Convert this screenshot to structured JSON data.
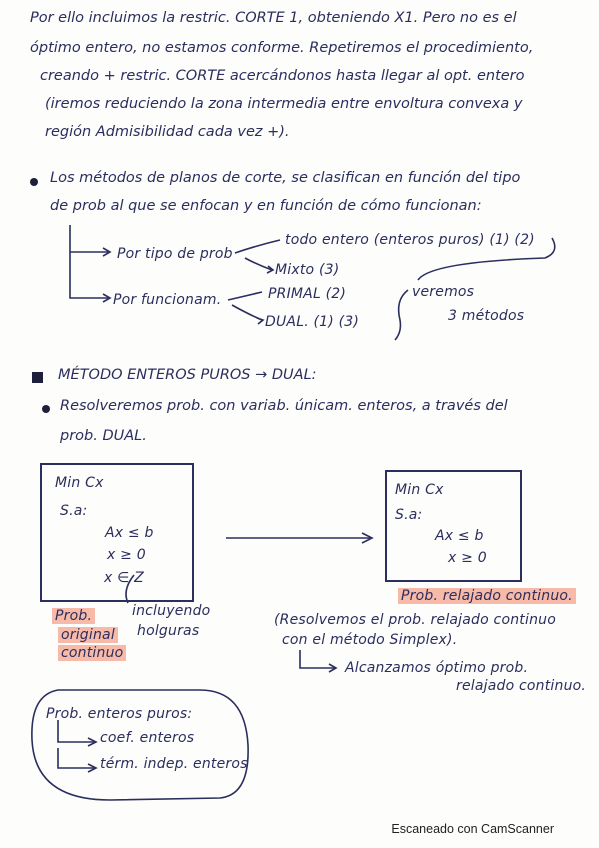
{
  "intro": {
    "lines": [
      "Por ello incluimos la restric. CORTE 1, obteniendo X1. Pero no es el",
      "óptimo entero, no estamos conforme. Repetiremos el procedimiento,",
      "creando + restric. CORTE  acercándonos hasta llegar al opt. entero",
      "(iremos reduciendo la zona intermedia entre envoltura convexa y",
      "región Admisibilidad cada vez +)."
    ]
  },
  "methods": {
    "bullet_lines": [
      "Los métodos de planos de corte, se clasifican en función del tipo",
      "de prob al que se enfocan y en función de cómo funcionan:"
    ],
    "branch_type": "Por tipo de prob",
    "branch_type_items": [
      "todo entero (enteros puros) (1) (2)",
      "Mixto   (3)"
    ],
    "branch_func": "Por funcionam.",
    "branch_func_items": [
      "PRIMAL  (2)",
      "DUAL.  (1)  (3)"
    ],
    "note_line1": "veremos",
    "note_line2": "3 métodos"
  },
  "section": {
    "title": "MÉTODO ENTEROS PUROS → DUAL:",
    "bullet_lines": [
      "Resolveremos prob. con variab. únicam. enteros, a través del",
      "prob. DUAL."
    ]
  },
  "left_box": {
    "lines": [
      "Min  Cx",
      "S.a:",
      "Ax ≤ b",
      "x ≥ 0",
      "x ∈ Z"
    ],
    "label_lines": [
      "Prob.",
      "original",
      "continuo"
    ],
    "annotation_lines": [
      "incluyendo",
      "holguras"
    ]
  },
  "right_box": {
    "lines": [
      "Min  Cx",
      "S.a:",
      "Ax ≤ b",
      "x ≥ 0"
    ],
    "label": "Prob. relajado continuo."
  },
  "resolve": {
    "lines": [
      "(Resolvemos el prob. relajado continuo",
      "con el método Simplex)."
    ],
    "result_line1": "Alcanzamos óptimo prob.",
    "result_line2": "relajado continuo."
  },
  "summary": {
    "title": "Prob. enteros puros:",
    "items": [
      "coef. enteros",
      "térm. indep. enteros"
    ]
  },
  "footer": "Escaneado con CamScanner",
  "colors": {
    "ink": "#2b2e5e",
    "highlight": "#f7b9a8",
    "paper": "#fdfdfb"
  }
}
